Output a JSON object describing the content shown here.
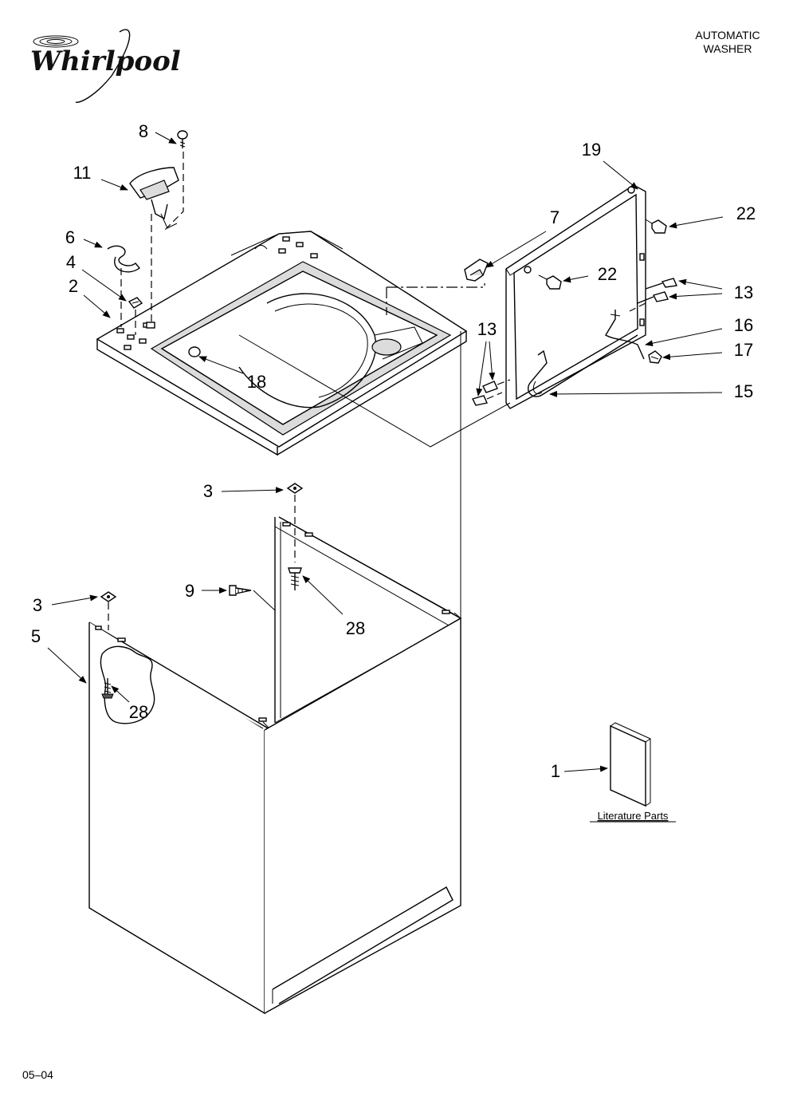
{
  "header": {
    "brand": "Whirlpool",
    "title_line1": "AUTOMATIC",
    "title_line2": "WASHER"
  },
  "callouts": {
    "p1": "1",
    "p2": "2",
    "p3a": "3",
    "p3b": "3",
    "p4": "4",
    "p5": "5",
    "p6": "6",
    "p7": "7",
    "p8": "8",
    "p9": "9",
    "p11": "11",
    "p13a": "13",
    "p13b": "13",
    "p15": "15",
    "p16": "16",
    "p17": "17",
    "p18": "18",
    "p19": "19",
    "p22a": "22",
    "p22b": "22",
    "p28a": "28",
    "p28b": "28"
  },
  "literature_label": "Literature Parts",
  "footer_code": "05–04"
}
